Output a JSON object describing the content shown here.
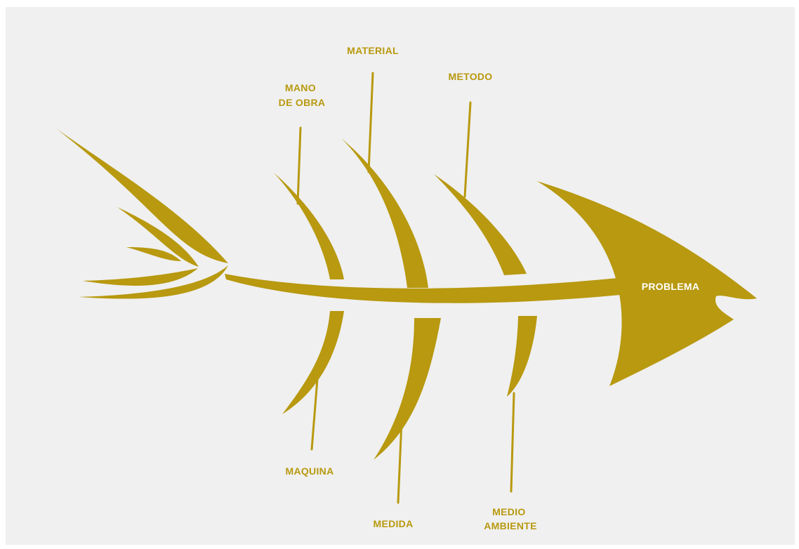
{
  "diagram": {
    "colors": {
      "fish": "#b8990f",
      "background": "#f0f0f0",
      "problem_text": "#ffffff"
    },
    "head_label": "PROBLEMA",
    "top_causes": [
      {
        "lines": [
          "MANO",
          "DE OBRA"
        ]
      },
      {
        "lines": [
          "MATERIAL"
        ]
      },
      {
        "lines": [
          "METODO"
        ]
      }
    ],
    "bottom_causes": [
      {
        "lines": [
          "MAQUINA"
        ]
      },
      {
        "lines": [
          "MEDIDA"
        ]
      },
      {
        "lines": [
          "MEDIO",
          "AMBIENTE"
        ]
      }
    ]
  }
}
